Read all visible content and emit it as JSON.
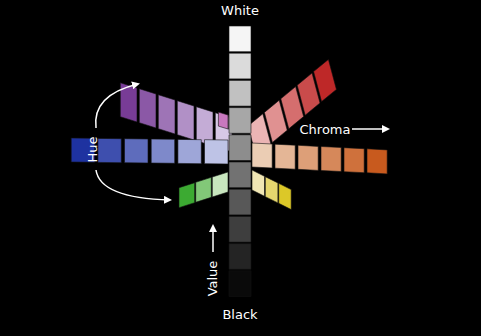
{
  "diagram": {
    "labels": [
      "White",
      "Hue",
      "Chroma",
      "Value",
      "Black"
    ]
  }
}
